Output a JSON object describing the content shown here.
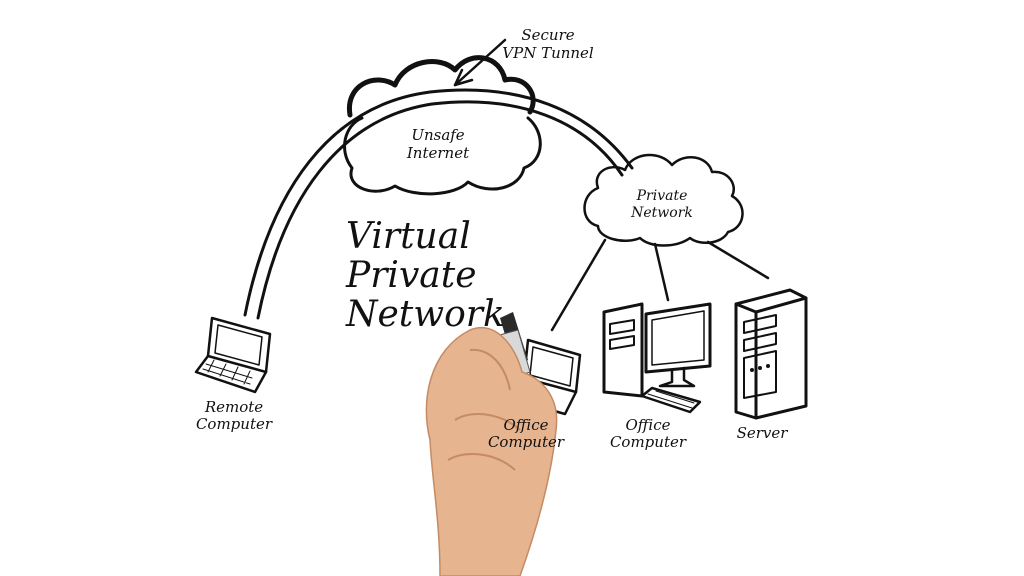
{
  "diagram": {
    "title_lines": [
      "Virtual",
      "Private",
      "Network"
    ],
    "labels": {
      "vpn_tunnel": [
        "Secure",
        "VPN Tunnel"
      ],
      "internet": [
        "Unsafe",
        "Internet"
      ],
      "private_network": [
        "Private",
        "Network"
      ],
      "remote_computer": [
        "Remote",
        "Computer"
      ],
      "office_laptop": [
        "Office",
        "Computer"
      ],
      "office_desktop": [
        "Office",
        "Computer"
      ],
      "server": [
        "Server"
      ]
    }
  },
  "colors": {
    "ink": "#111111",
    "background": "#ffffff",
    "skin": "#e6b48f",
    "marker": "#2a2a2a"
  }
}
